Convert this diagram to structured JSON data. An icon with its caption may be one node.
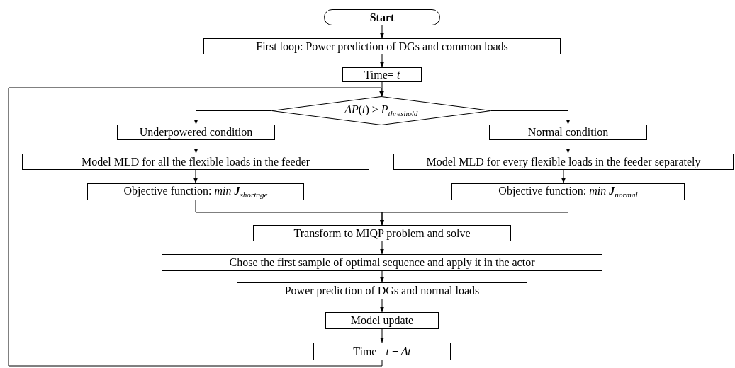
{
  "diagram": {
    "nodes": [
      {
        "text": [
          "Start"
        ]
      },
      {
        "text": [
          "First loop: Power prediction of DGs and common loads"
        ]
      },
      {
        "text": [
          "Time= *t*"
        ]
      },
      {
        "text": [
          "*ΔP*(*t*) > *P*$_{threshold}$"
        ]
      },
      {
        "text": [
          "Underpowered condition"
        ]
      },
      {
        "text": [
          "Normal condition"
        ]
      },
      {
        "text": [
          "Model MLD for all the flexible loads in the feeder"
        ]
      },
      {
        "text": [
          "Model MLD for every flexible loads in the feeder separately"
        ]
      },
      {
        "text": [
          "Objective function: *min* **J**$_{shortage}$"
        ]
      },
      {
        "text": [
          "Objective function: *min* **J**$_{normal}$"
        ]
      },
      {
        "text": [
          "Transform to MIQP problem and solve"
        ]
      },
      {
        "text": [
          "Chose the first sample of optimal sequence and apply it in the actor"
        ]
      },
      {
        "text": [
          "Power prediction of DGs and normal loads"
        ]
      },
      {
        "text": [
          "Model update"
        ]
      },
      {
        "text": [
          "Time= *t* + *Δt*"
        ]
      }
    ],
    "edges": [
      {
        "from": 0,
        "to": 1,
        "arrow": "to"
      },
      {
        "from": 1,
        "to": 2,
        "arrow": "to"
      },
      {
        "from": 2,
        "to": 3,
        "arrow": "to"
      },
      {
        "from": 3,
        "to": 4,
        "arrow": "to"
      },
      {
        "from": 3,
        "to": 5,
        "arrow": "to"
      },
      {
        "from": 4,
        "to": 6,
        "arrow": "to"
      },
      {
        "from": 5,
        "to": 7,
        "arrow": "to"
      },
      {
        "from": 6,
        "to": 8,
        "arrow": "to"
      },
      {
        "from": 7,
        "to": 9,
        "arrow": "to"
      },
      {
        "from": 8,
        "to": 10,
        "arrow": "to"
      },
      {
        "from": 9,
        "to": 10,
        "arrow": "to"
      },
      {
        "from": 10,
        "to": 11,
        "arrow": "to"
      },
      {
        "from": 11,
        "to": 12,
        "arrow": "to"
      },
      {
        "from": 12,
        "to": 13,
        "arrow": "to"
      },
      {
        "from": 13,
        "to": 14,
        "arrow": "to"
      },
      {
        "from": 14,
        "to": 3,
        "arrow": "to"
      }
    ]
  }
}
